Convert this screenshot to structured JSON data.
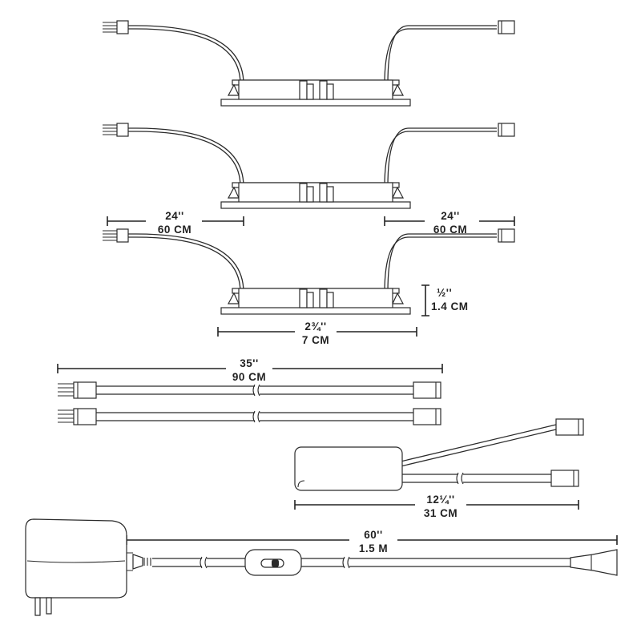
{
  "colors": {
    "stroke": "#2b2b2b",
    "background": "#ffffff"
  },
  "dimensions": {
    "cable_left": {
      "imperial": "24''",
      "metric": "60 CM"
    },
    "cable_right": {
      "imperial": "24''",
      "metric": "60 CM"
    },
    "puck_height": {
      "imperial": "½''",
      "metric": "1.4 CM"
    },
    "puck_width": {
      "imperial": "2¾''",
      "metric": "7 CM"
    },
    "extension_cable": {
      "imperial": "35''",
      "metric": "90 CM"
    },
    "splitter_cable": {
      "imperial": "12¼''",
      "metric": "31 CM"
    },
    "adapter_cord": {
      "imperial": "60''",
      "metric": "1.5 M"
    }
  }
}
